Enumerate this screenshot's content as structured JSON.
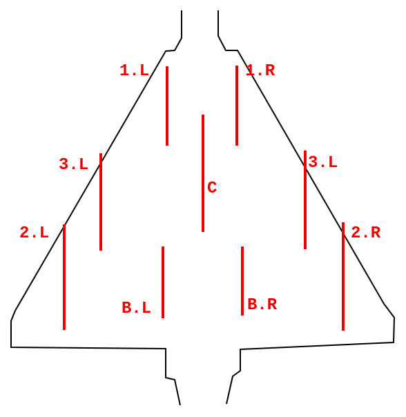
{
  "colors": {
    "outline": "#000000",
    "station": "#ee0000",
    "background": "#ffffff"
  },
  "labels": {
    "l1": "1.L",
    "r1": "1.R",
    "l3": "3.L",
    "r3": "3.L",
    "center": "C",
    "l2": "2.L",
    "r2": "2.R",
    "bl": "B.L",
    "br": "B.R"
  }
}
